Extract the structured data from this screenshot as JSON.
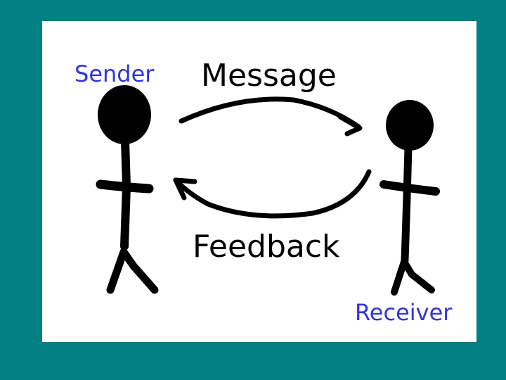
{
  "diagram": {
    "sender_label": "Sender",
    "receiver_label": "Receiver",
    "message_label": "Message",
    "feedback_label": "Feedback",
    "colors": {
      "background": "#008080",
      "canvas": "#ffffff",
      "role_label": "#3333dd",
      "figure": "#000000",
      "flow_label": "#000000"
    }
  }
}
